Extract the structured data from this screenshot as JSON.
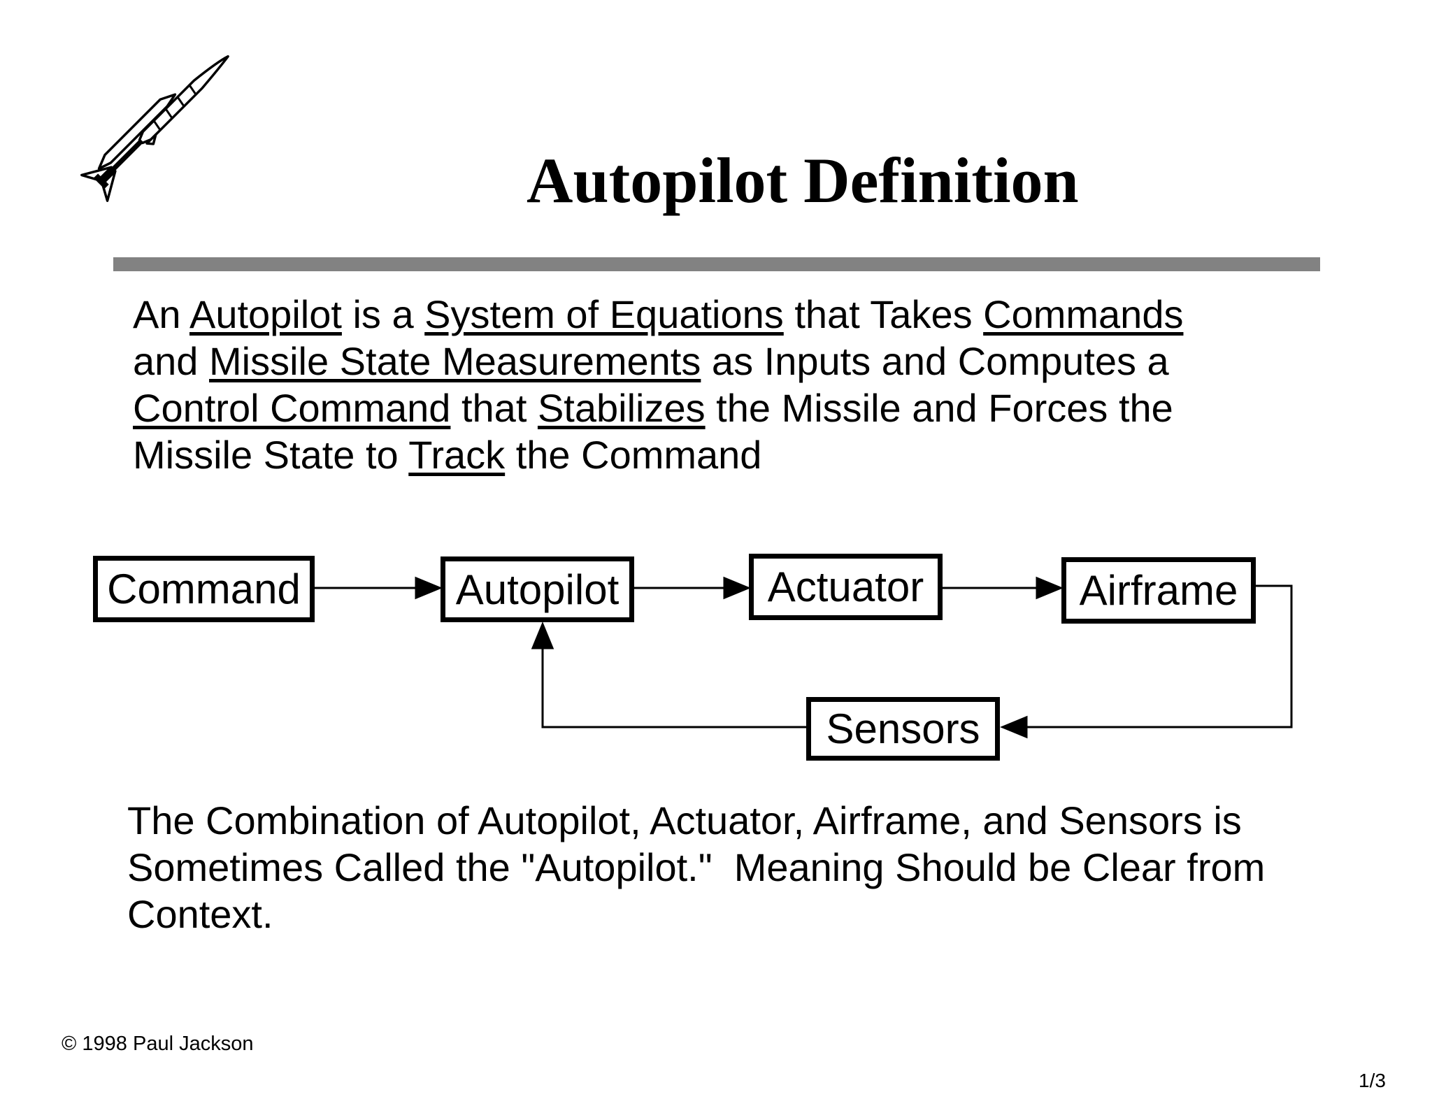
{
  "slide": {
    "title": "Autopilot Definition",
    "copyright": "© 1998 Paul Jackson",
    "page_indicator": "1/3",
    "accent_bar_color": "#828282"
  },
  "icons": {
    "missile": "missile-line-art-icon"
  },
  "definition_paragraph": {
    "lines": [
      [
        {
          "t": "An "
        },
        {
          "t": "Autopilot",
          "u": true
        },
        {
          "t": " is a "
        },
        {
          "t": "System of Equations",
          "u": true
        },
        {
          "t": " that Takes "
        },
        {
          "t": "Commands",
          "u": true
        }
      ],
      [
        {
          "t": "and "
        },
        {
          "t": "Missile State Measurements",
          "u": true
        },
        {
          "t": " as Inputs and Computes a"
        }
      ],
      [
        {
          "t": "Control Command",
          "u": true
        },
        {
          "t": " that "
        },
        {
          "t": "Stabilizes",
          "u": true
        },
        {
          "t": " the Missile and Forces the"
        }
      ],
      [
        {
          "t": "Missile State to "
        },
        {
          "t": "Track",
          "u": true
        },
        {
          "t": " the Command"
        }
      ]
    ]
  },
  "diagram": {
    "nodes": [
      {
        "id": "command",
        "label": "Command"
      },
      {
        "id": "autopilot",
        "label": "Autopilot"
      },
      {
        "id": "actuator",
        "label": "Actuator"
      },
      {
        "id": "airframe",
        "label": "Airframe"
      },
      {
        "id": "sensors",
        "label": "Sensors"
      }
    ],
    "edges": [
      {
        "from": "command",
        "to": "autopilot"
      },
      {
        "from": "autopilot",
        "to": "actuator"
      },
      {
        "from": "actuator",
        "to": "airframe"
      },
      {
        "from": "airframe",
        "to": "sensors"
      },
      {
        "from": "sensors",
        "to": "autopilot"
      }
    ]
  },
  "closing_paragraph": {
    "lines": [
      "The Combination of Autopilot, Actuator, Airframe, and Sensors is",
      "Sometimes Called the \"Autopilot.\"  Meaning Should be Clear from",
      "Context."
    ]
  }
}
